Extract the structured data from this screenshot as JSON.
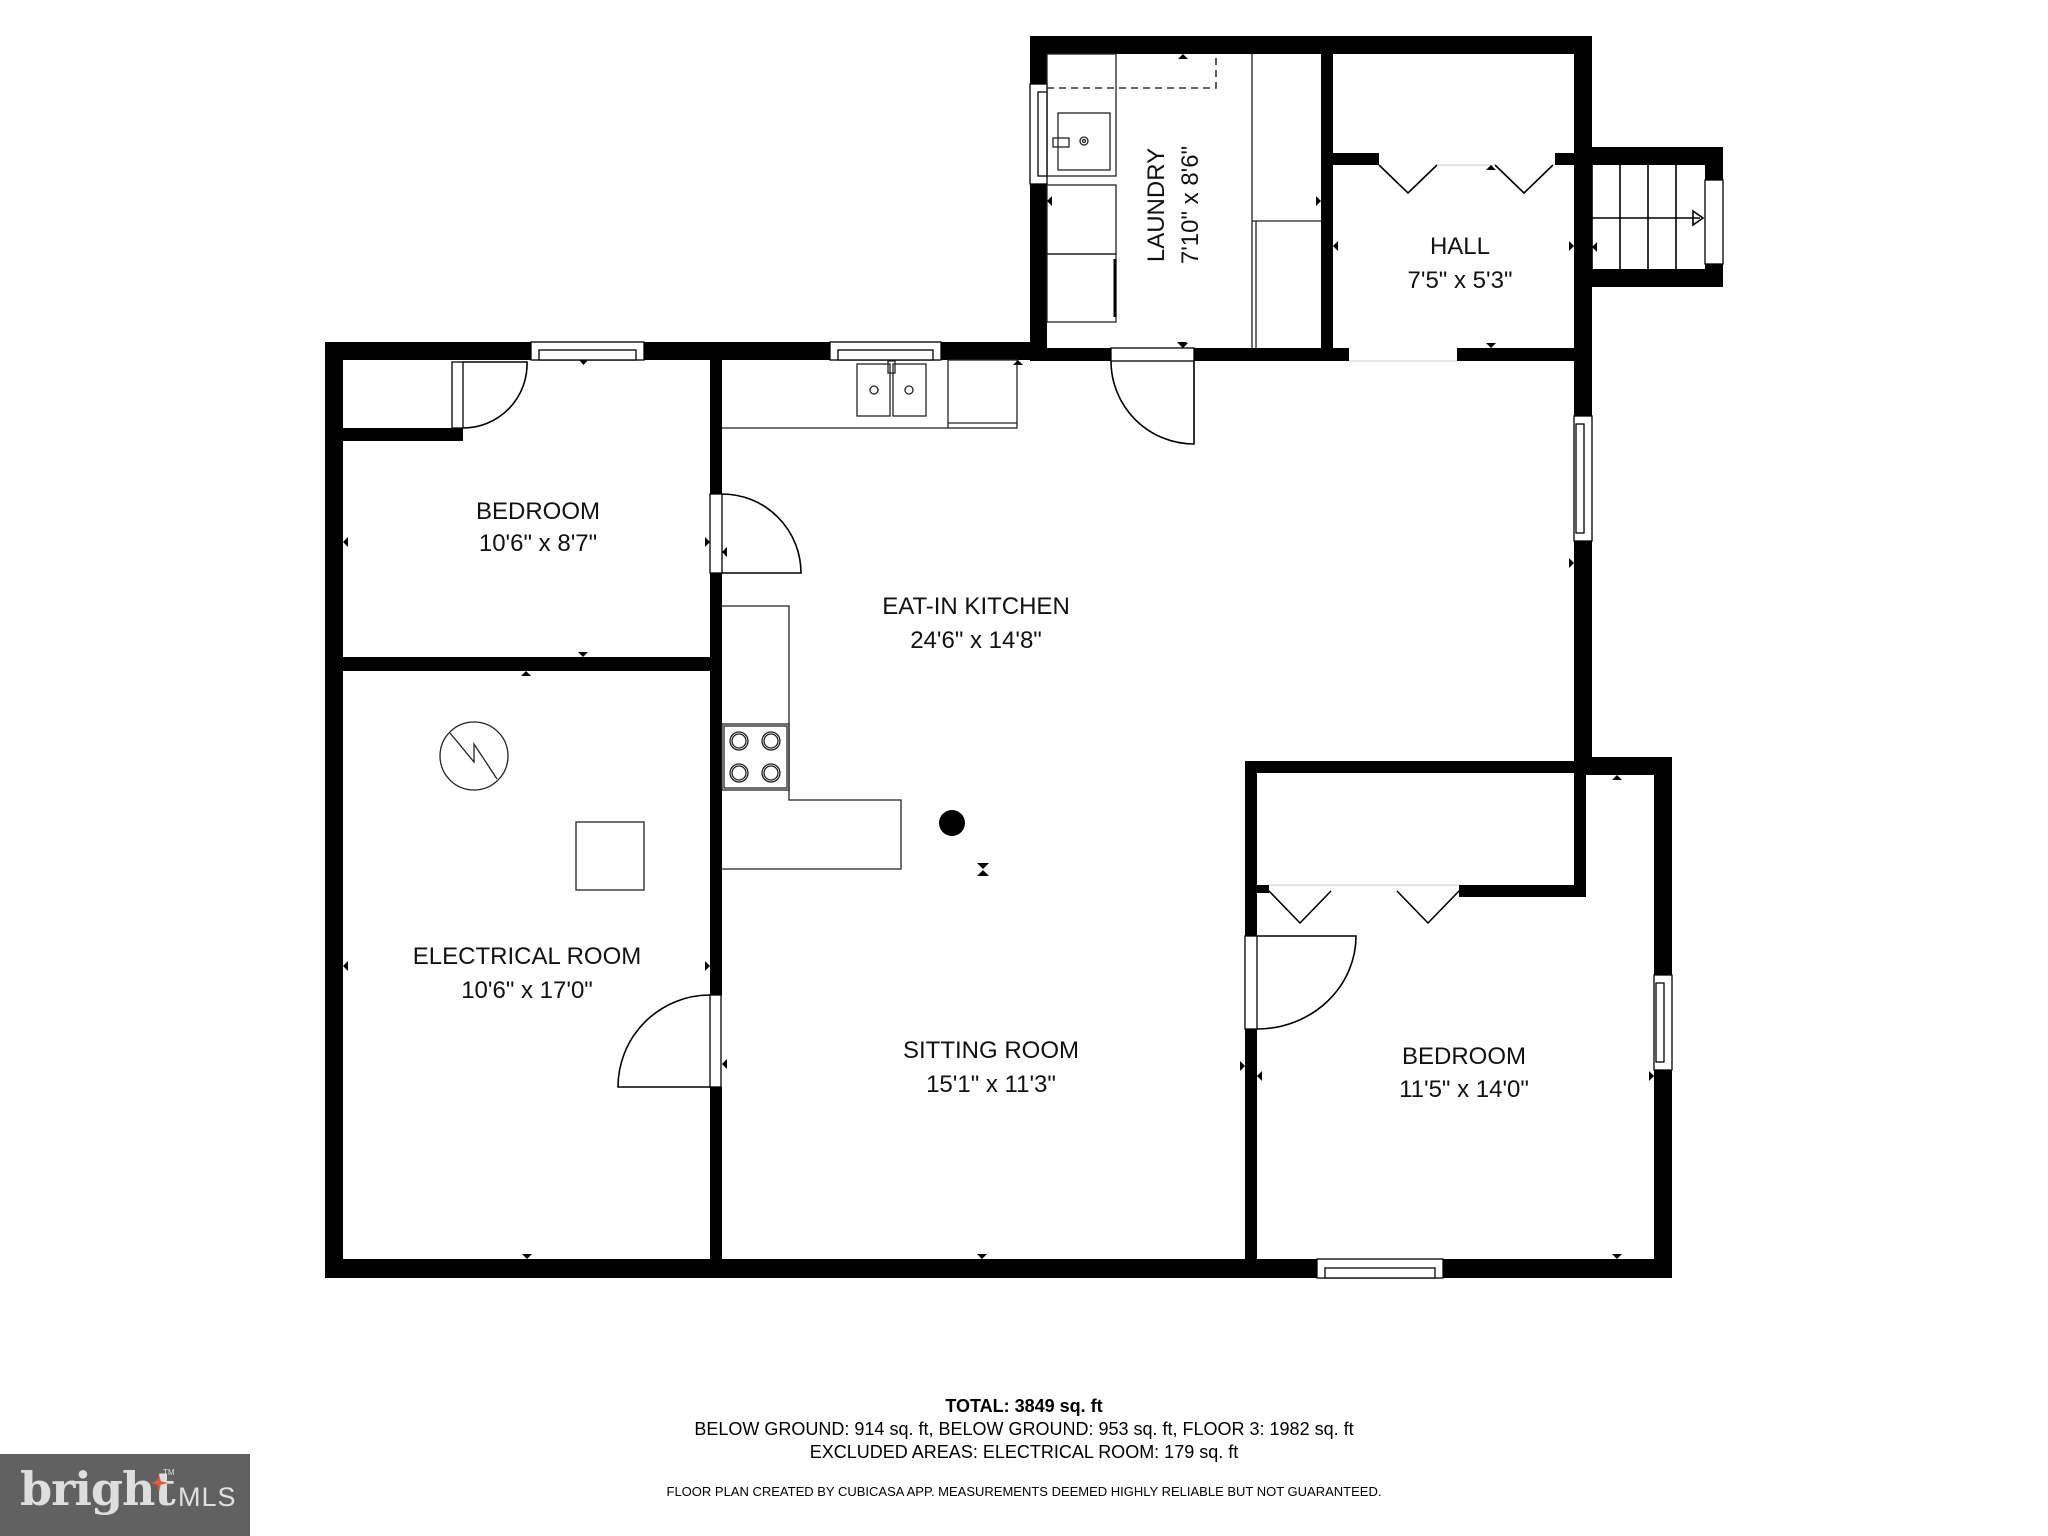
{
  "rooms": {
    "laundry": {
      "name": "LAUNDRY",
      "dims": "7'10\" x 8'6\""
    },
    "hall": {
      "name": "HALL",
      "dims": "7'5\" x 5'3\""
    },
    "bedroom_1": {
      "name": "BEDROOM",
      "dims": "10'6\" x 8'7\""
    },
    "eat_in_kitchen": {
      "name": "EAT-IN KITCHEN",
      "dims": "24'6\" x 14'8\""
    },
    "electrical_room": {
      "name": "ELECTRICAL ROOM",
      "dims": "10'6\" x 17'0\""
    },
    "sitting_room": {
      "name": "SITTING ROOM",
      "dims": "15'1\" x 11'3\""
    },
    "bedroom_2": {
      "name": "BEDROOM",
      "dims": "11'5\" x 14'0\""
    }
  },
  "footer": {
    "total": "TOTAL: 3849 sq. ft",
    "breakdown": "BELOW GROUND: 914 sq. ft, BELOW GROUND: 953 sq. ft, FLOOR 3: 1982 sq. ft",
    "excluded": "EXCLUDED AREAS: ELECTRICAL ROOM: 179 sq. ft",
    "disclaimer": "FLOOR PLAN CREATED BY CUBICASA APP. MEASUREMENTS DEEMED HIGHLY RELIABLE BUT NOT GUARANTEED."
  },
  "logo": {
    "word": "bright",
    "suffix": "MLS",
    "tm": "TM",
    "background": "#616161",
    "text_color": "#dedede",
    "accent": "#e05a3a"
  },
  "symbols": {
    "water_heater": "water-heater-icon",
    "furnace": "furnace-box-icon",
    "column": "support-column-icon",
    "stairs": "stairs-icon",
    "sink": "sink-icon",
    "stove": "cooktop-icon"
  }
}
